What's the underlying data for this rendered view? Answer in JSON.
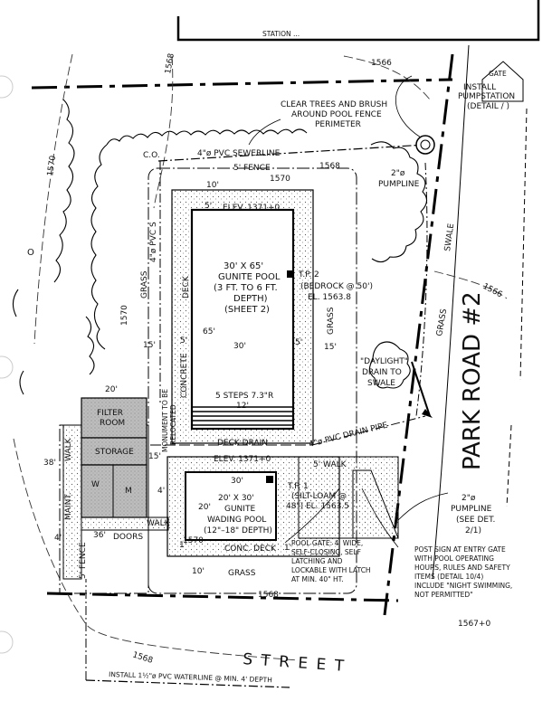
{
  "top_note": "STATION ...",
  "contours": {
    "c1568": "1568",
    "c1566": "1566",
    "c1570": "1570",
    "c1566b": "1566",
    "c1568b": "1568",
    "c1570b": "1570",
    "c1568c": "1568",
    "c1570c": "1570",
    "c1568d": "1568"
  },
  "gate_label": "GATE",
  "pumpstation_note": [
    "INSTALL",
    "PUMPSTATION",
    "(DETAIL / )"
  ],
  "clear_trees_note": [
    "CLEAR TREES AND BRUSH",
    "AROUND POOL FENCE",
    "PERIMETER"
  ],
  "sewerline": "4\"ø PVC SEWERLINE",
  "co_label": "C.O.",
  "fence_top": "5' FENCE",
  "fence_left": "5' FENCE",
  "pumpline_top": [
    "2\"ø",
    "PUMPLINE"
  ],
  "dim_10_top": "10'",
  "pvc_vertical": "4\"ø PVC S",
  "elev_main": "ELEV. 1371+0",
  "main_pool": [
    "30' X 65'",
    "GUNITE POOL",
    "(3 FT. TO 6 FT.",
    "DEPTH)",
    "(SHEET 2)"
  ],
  "dim_65": "65'",
  "dim_30": "30'",
  "dim_5_left": "5'",
  "dim_5_right": "5'",
  "dim_15_left": "15'",
  "dim_15_right": "15'",
  "tp2": [
    "T.P. 2",
    "(BEDROCK @ 50')",
    "EL. 1563.8"
  ],
  "grass_left": "GRASS",
  "grass_right": "GRASS",
  "grass_far": "GRASS",
  "swale": "SWALE",
  "deck_left": "DECK",
  "concrete": "CONCRETE",
  "steps": "5 STEPS  7.3\"R",
  "dim_12": "12'",
  "daylight_drain": [
    "\"DAYLIGHT\"",
    "DRAIN TO",
    "SWALE"
  ],
  "deck_drain": "DECK  DRAIN",
  "drain_pipe": "4\"ø PVC DRAIN PIPE",
  "monument": [
    "MONUMENT TO BE",
    "RELOCATED"
  ],
  "dim_20": "20'",
  "filter_room": [
    "FILTER",
    "ROOM"
  ],
  "storage": "STORAGE",
  "walk_left": "WALK",
  "maint": "MAINT.",
  "dim_38": "38'",
  "dim_4_left": "4'",
  "dim_15_mid": "15'",
  "elev_wading": "ELEV. 1371+0",
  "walk_5": "5'  WALK",
  "dim_30_wading": "30'",
  "wading_pool": [
    "20' X 30'",
    "GUNITE",
    "WADING POOL",
    "(12\"–18\" DEPTH)"
  ],
  "dim_20_wading": "20'",
  "tp1": [
    "T.P. 1",
    "(SILT-LOAM @",
    "48\")  EL. 1563.5"
  ],
  "restroom_w": "W",
  "restroom_m": "M",
  "dim_4_rr": "4'",
  "walk_bottom": "WALK",
  "doors": "DOORS",
  "dim_36": "36'",
  "conc_deck": "CONC. DECK",
  "dim_1_a": "1'",
  "dim_1_b": "1'",
  "dim_10_bottom": "10'",
  "grass_bottom": "GRASS",
  "pool_gate_note": [
    "POOL GATE: 4' WIDE,",
    "SELF-CLOSING, SELF",
    "LATCHING AND",
    "LOCKABLE WITH LATCH",
    "AT MIN. 40\" HT."
  ],
  "pumpline_right": [
    "2\"ø",
    "PUMPLINE",
    "(SEE DET.",
    "2/1)"
  ],
  "sign_note": [
    "POST SIGN AT ENTRY GATE",
    "WITH POOL OPERATING",
    "HOURS, RULES AND SAFETY",
    "ITEMS (DETAIL 10/4)",
    "INCLUDE \"NIGHT SWIMMING,",
    "NOT PERMITTED\""
  ],
  "park_road": "PARK ROAD #2",
  "station": "1567+0",
  "street": "S T R E E T",
  "waterline": "INSTALL 1½\"ø PVC WATERLINE @ MIN. 4' DEPTH",
  "letter_o": "O"
}
